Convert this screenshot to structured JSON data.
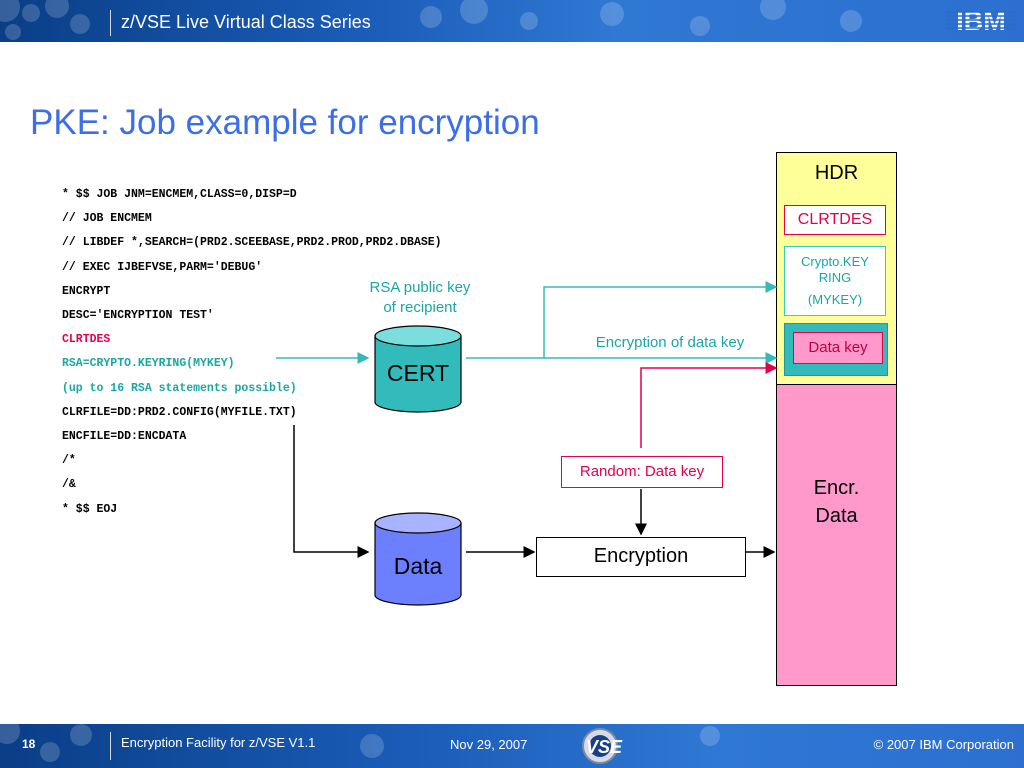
{
  "header": {
    "series_title": "z/VSE Live Virtual Class Series",
    "logo_text": "IBM"
  },
  "slide": {
    "title": "PKE: Job example for encryption"
  },
  "code_lines": [
    "* $$ JOB JNM=ENCMEM,CLASS=0,DISP=D",
    "// JOB ENCMEM",
    "// LIBDEF *,SEARCH=(PRD2.SCEEBASE,PRD2.PROD,PRD2.DBASE)",
    "// EXEC IJBEFVSE,PARM='DEBUG'",
    "ENCRYPT",
    "DESC='ENCRYPTION TEST'",
    "CLRTDES",
    "RSA=CRYPTO.KEYRING(MYKEY)",
    "(up to 16 RSA statements possible)",
    "CLRFILE=DD:PRD2.CONFIG(MYFILE.TXT)",
    "ENCFILE=DD:ENCDATA",
    "/*",
    "/&",
    "* $$ EOJ"
  ],
  "diagram": {
    "rsa_label_line1": "RSA public key",
    "rsa_label_line2": "of recipient",
    "cert_label": "CERT",
    "data_label": "Data",
    "encryption_of_data_key": "Encryption of data key",
    "random_data_key": "Random: Data key",
    "encryption": "Encryption",
    "record": {
      "hdr": "HDR",
      "clrtdes": "CLRTDES",
      "crypto_line1": "Crypto.KEY",
      "crypto_line2": "RING",
      "crypto_line3": "(MYKEY)",
      "data_key": "Data key",
      "encr_line1": "Encr.",
      "encr_line2": "Data"
    }
  },
  "footer": {
    "page_number": "18",
    "course": "Encryption Facility for z/VSE V1.1",
    "date": "Nov 29, 2007",
    "logo_text": "VSE",
    "copyright": "© 2007 IBM Corporation"
  },
  "colors": {
    "title_blue": "#3c6ee6",
    "red": "#e4004b",
    "teal": "#1ba6a6",
    "header_blue": "#1a5cb8",
    "hdr_yellow": "#ffff99",
    "encr_pink": "#ff99cc",
    "cylinder_teal": "#33bbbb",
    "cylinder_blue": "#6b7fff"
  }
}
